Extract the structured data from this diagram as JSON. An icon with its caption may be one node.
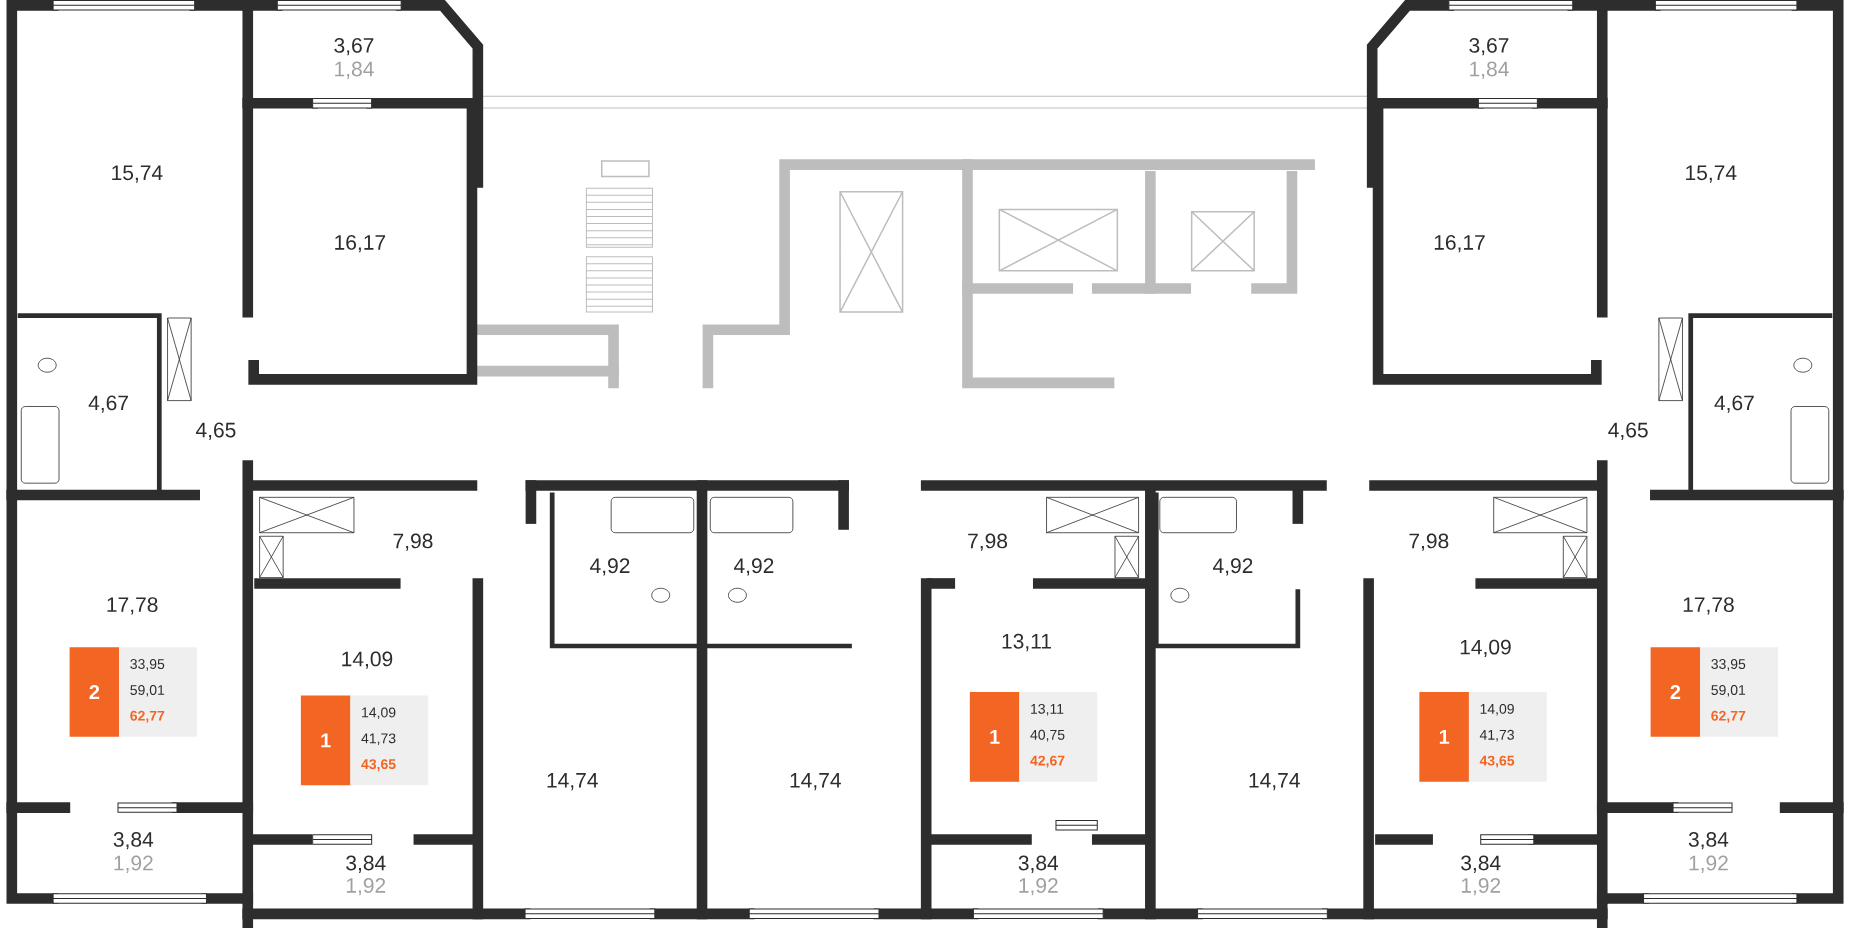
{
  "diagram": {
    "nodes": [
      {
        "text": [
          "2",
          "33,95",
          "59,01",
          "62,77"
        ]
      },
      {
        "text": [
          "1",
          "14,09",
          "41,73",
          "43,65"
        ]
      },
      {
        "text": [
          "1",
          "13,11",
          "40,75",
          "42,67"
        ]
      },
      {
        "text": [
          "1",
          "14,09",
          "41,73",
          "43,65"
        ]
      },
      {
        "text": [
          "2",
          "33,95",
          "59,01",
          "62,77"
        ]
      }
    ],
    "labels": [
      "3,67",
      "1,84",
      "3,67",
      "1,84",
      "15,74",
      "15,74",
      "16,17",
      "16,17",
      "4,67",
      "4,65",
      "4,65",
      "4,67",
      "7,98",
      "4,92",
      "4,92",
      "7,98",
      "4,92",
      "7,98",
      "17,78",
      "17,78",
      "14,09",
      "13,11",
      "14,09",
      "14,74",
      "14,74",
      "14,74",
      "3,84",
      "1,92",
      "3,84",
      "1,92",
      "3,84",
      "1,92",
      "3,84",
      "1,92",
      "3,84",
      "1,92"
    ]
  }
}
